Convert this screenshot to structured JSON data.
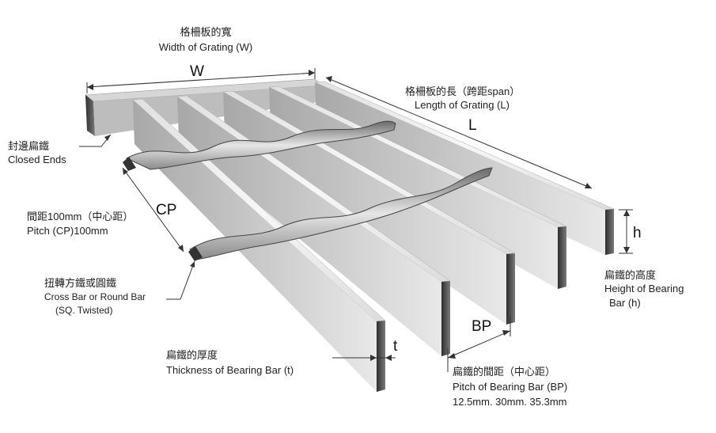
{
  "labels": {
    "width_zh": "格柵板的寬",
    "width_en": "Width of Grating (W)",
    "width_symbol": "W",
    "length_zh": "格柵板的長（跨距span）",
    "length_en": "Length of Grating (L)",
    "length_symbol": "L",
    "closed_zh": "封邊扁鐵",
    "closed_en": "Closed Ends",
    "pitch_zh": "間距100mm（中心距）",
    "pitch_en": "Pitch (CP)100mm",
    "pitch_symbol": "CP",
    "cross_zh": "扭轉方鐵或圓鐵",
    "cross_en1": "Cross Bar or Round Bar",
    "cross_en2": "(SQ. Twisted)",
    "height_symbol": "h",
    "height_zh": "扁鐵的高度",
    "height_en1": "Height of Bearing",
    "height_en2": "Bar (h)",
    "thick_zh": "扁鐵的厚度",
    "thick_en": "Thickness of Bearing Bar (t)",
    "thick_symbol": "t",
    "bp_symbol": "BP",
    "bp_zh": "扁鐵的間距（中心距）",
    "bp_en": "Pitch of Bearing Bar (BP)",
    "bp_values": "12.5mm. 30mm. 35.3mm"
  },
  "colors": {
    "bar_top": "#f2f2f2",
    "bar_side": "#c9c9c9",
    "bar_end": "#4a4a4a",
    "line": "#333333"
  }
}
